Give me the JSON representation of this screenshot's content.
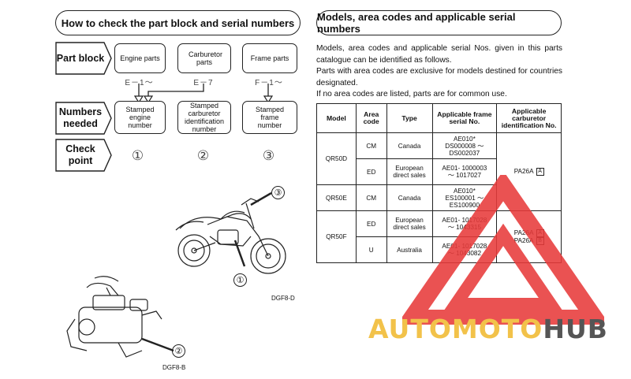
{
  "left": {
    "title": "How to check the part block and serial numbers",
    "part_block": {
      "label": "Part block",
      "items": [
        {
          "name": "Engine parts",
          "code": "E－1～"
        },
        {
          "name": "Carburetor parts",
          "code": "E－7"
        },
        {
          "name": "Frame parts",
          "code": "F－1～"
        }
      ]
    },
    "numbers_needed": {
      "label": "Numbers needed",
      "items": [
        "Stamped engine number",
        "Stamped carburetor identification number",
        "Stamped frame number"
      ]
    },
    "check_point": {
      "label": "Check point",
      "items": [
        "①",
        "②",
        "③"
      ]
    },
    "figures": {
      "motorcycle_code": "DGF8-D",
      "carburetor_code": "DGF8-B",
      "callouts": [
        "①",
        "②",
        "③"
      ]
    }
  },
  "right": {
    "title": "Models, area codes and applicable serial numbers",
    "paragraphs": [
      "Models, area codes and applicable serial Nos. given in this parts catalogue can be identified as follows.",
      "Parts with area codes are exclusive for models destined for countries designated.",
      "If no area codes are listed, parts are for common use."
    ],
    "table": {
      "headers": [
        "Model",
        "Area code",
        "Type",
        "Applicable frame serial No.",
        "Applicable carburetor identification No."
      ],
      "rows": [
        {
          "model": "QR50D",
          "area": "CM",
          "type": "Canada",
          "serial": "AE010* DS000008 ～ DS002037"
        },
        {
          "area": "ED",
          "type": "European direct sales",
          "serial": "AE01- 1000003 ～ 1017027"
        },
        {
          "model": "QR50E",
          "area": "CM",
          "type": "Canada",
          "serial": "AE010* ES100001 ～ ES100900"
        },
        {
          "model": "QR50F",
          "area": "ED",
          "type": "European direct sales",
          "serial": "AE01- 1017028 ～ 1043315"
        },
        {
          "area": "U",
          "type": "Australia",
          "serial": "AE01- 1017028 ～ 1043082"
        }
      ],
      "carb_groups": [
        {
          "code": "PA26A",
          "tag": "A"
        },
        {
          "code": "PA26A",
          "tag": "A",
          "code2": "PA26A",
          "tag2": "B"
        }
      ]
    }
  },
  "watermark": {
    "part1": "AUTOMOTO",
    "part2": "HUB",
    "color1": "#f2c24a",
    "color2": "#555555",
    "triangle_color": "#e83b3b"
  }
}
